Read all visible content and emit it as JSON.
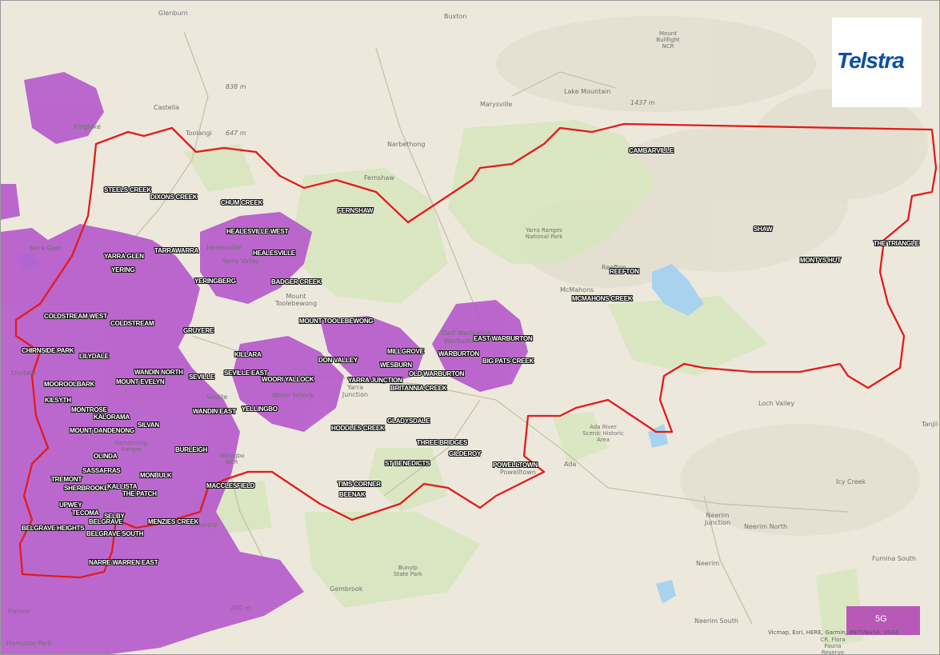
{
  "colors": {
    "coverage": "#b455cc",
    "boundary": "#e31b1b",
    "park": "#d9e6c0",
    "water": "#a9d2ee",
    "land": "#ece9dc",
    "logo_blue": "#0b4ea2",
    "legend": "#b859b8"
  },
  "logo": {
    "text": "Telstra"
  },
  "legend": {
    "label": "5G"
  },
  "attribution": "Vicmap, Esri, HERE, Garmin, METI/NASA, USGS",
  "towns": [
    "STEELS CREEK",
    "DIXONS CREEK",
    "CHUM CREEK",
    "FERNSHAW",
    "HEALESVILLE WEST",
    "HEALESVILLE",
    "YARRA GLEN",
    "TARRAWARRA",
    "YERING",
    "YERINGBERG",
    "BADGER CREEK",
    "COLDSTREAM WEST",
    "COLDSTREAM",
    "GRUYERE",
    "MOUNT TOOLEBEWONG",
    "CHIRNSIDE PARK",
    "LILYDALE",
    "KILLARA",
    "WANDIN NORTH",
    "SEVILLE",
    "SEVILLE EAST",
    "DON VALLEY",
    "MILLGROVE",
    "WARBURTON",
    "EAST WARBURTON",
    "WESBURN",
    "BIG PATS CREEK",
    "OLD WARBURTON",
    "WOORI YALLOCK",
    "YARRA JUNCTION",
    "BRITANNIA CREEK",
    "MOOROOLBARK",
    "MOUNT EVELYN",
    "KILSYTH",
    "MONTROSE",
    "KALORAMA",
    "SILVAN",
    "MOUNT DANDENONG",
    "WANDIN EAST",
    "YELLINGBO",
    "GLADYSDALE",
    "HODDLES CREEK",
    "THREE BRIDGES",
    "GILDEROY",
    "ST BENEDICTS",
    "POWELLTOWN",
    "OLINDA",
    "BURLEIGH",
    "SASSAFRAS",
    "TREMONT",
    "SHERBROOKE",
    "MONBULK",
    "KALLISTA",
    "THE PATCH",
    "MACCLESFIELD",
    "TIMS CORNER",
    "BEENAK",
    "UPWEY",
    "TECOMA",
    "SELBY",
    "BELGRAVE",
    "MENZIES CREEK",
    "BELGRAVE HEIGHTS",
    "BELGRAVE SOUTH",
    "NARRE WARREN EAST",
    "CAMBARVILLE",
    "SHAW",
    "THE TRIANGLE",
    "MONTYS HUT",
    "REEFTON",
    "MCMAHONS CREEK"
  ],
  "basemap_labels": [
    "Glenburn",
    "Buxton",
    "Mount Bullfight NCR",
    "Lake Mountain",
    "1437 m",
    "838 m",
    "Castella",
    "Kinglake",
    "Toolangi",
    "647 m",
    "Marysville",
    "Narbethong",
    "Fernshaw",
    "Yarra Ranges National Park",
    "Healesville",
    "Yarra Valley",
    "Mount Toolebewong",
    "McMahons",
    "Reefton",
    "Warburton",
    "East Warburton",
    "Yarra Junction",
    "Seville",
    "Dandenong Ranges",
    "Yellingbo NCR",
    "Ada River Scenic Historic Area",
    "Ada",
    "Powelltown",
    "Loch Valley",
    "Icy Creek",
    "Neerim Junction",
    "Neerim North",
    "Neerim",
    "Neerim South",
    "Fumina South",
    "Bunyip State Park",
    "Gembrook",
    "Emerald",
    "Hallam",
    "Tanjil",
    "CR. Flora Fauna Reserve",
    "Yarra Glen",
    "Lilydale",
    "Woori Yallock",
    "Hampton Park",
    "280 m"
  ]
}
